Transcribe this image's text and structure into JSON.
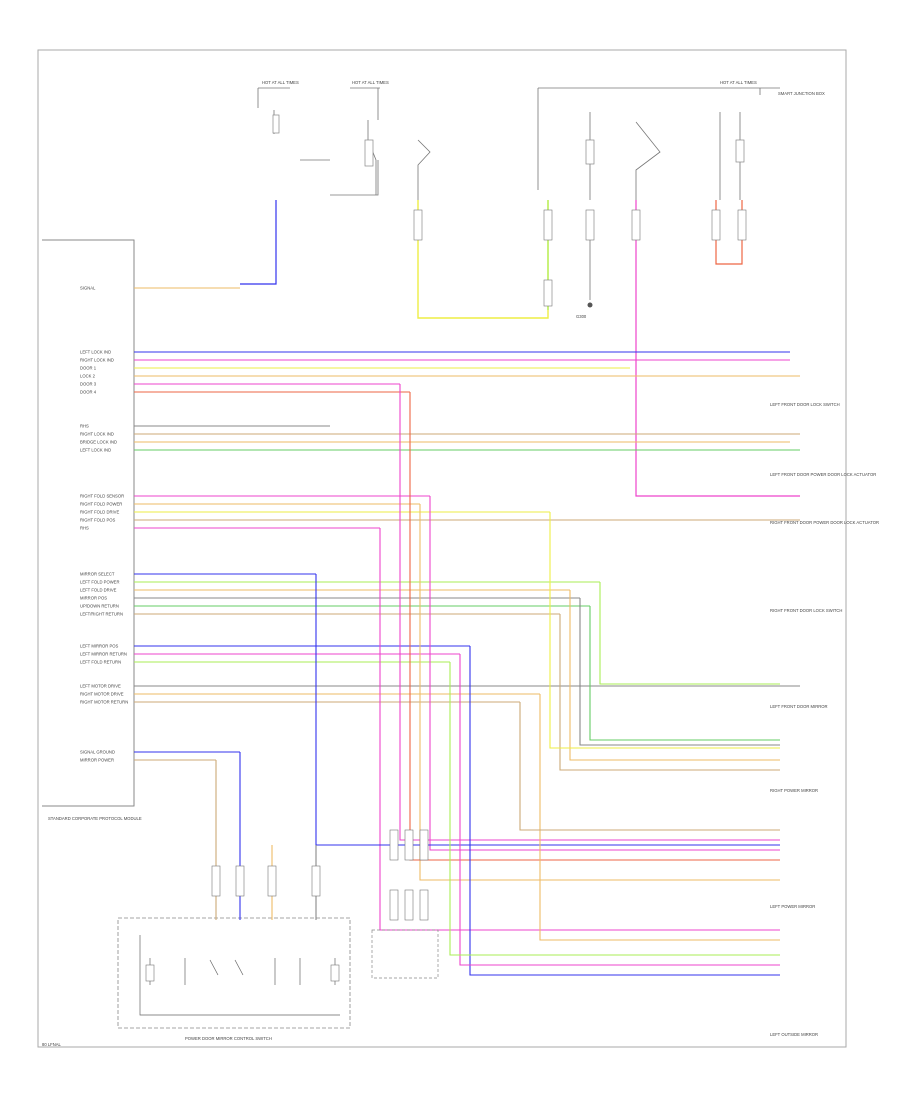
{
  "diagram": {
    "colors": {
      "frame": "#999999",
      "text": "#444444",
      "blue": "#3333ee",
      "pink": "#ee44cc",
      "yellow": "#eeee44",
      "green": "#66cc66",
      "orange": "#eebb66",
      "tan": "#ccaa77",
      "gray": "#888888",
      "red": "#ee6644",
      "lightgreen": "#aaee55",
      "black": "#555555"
    },
    "labels": {
      "module": "STANDARD CORPORATE PROTOCOL MODULE",
      "switch_assembly": "POWER DOOR MIRROR CONTROL SWITCH",
      "hot_at_all_times": "HOT AT ALL TIMES",
      "fuse_panel": "SMART JUNCTION BOX",
      "ground": "G300",
      "footer": "80 LFNAL"
    },
    "left_pins": [
      "SIGNAL",
      "LEFT LOCK IND",
      "RIGHT LOCK IND",
      "DOOR 1",
      "LOCK 2",
      "DOOR 3",
      "DOOR 4",
      "RHS",
      "RIGHT LOCK IND",
      "BRIDGE LOCK IND",
      "LEFT LOCK IND",
      "RIGHT FOLD SENSOR",
      "RIGHT FOLD POWER",
      "RIGHT FOLD DRIVE",
      "RIGHT FOLD POS",
      "RHS",
      "MIRROR SELECT",
      "LEFT FOLD POWER",
      "LEFT FOLD DRIVE",
      "MIRROR POS",
      "UP/DOWN RETURN",
      "LEFT/RIGHT RETURN",
      "LEFT MIRROR POS",
      "LEFT MIRROR RETURN",
      "LEFT FOLD RETURN",
      "LEFT MOTOR DRIVE",
      "RIGHT MOTOR DRIVE",
      "RIGHT MOTOR RETURN",
      "SIGNAL GROUND",
      "MIRROR POWER"
    ],
    "right_components": [
      "LEFT FRONT DOOR LOCK SWITCH",
      "LEFT FRONT DOOR POWER DOOR LOCK ACTUATOR",
      "RIGHT FRONT DOOR POWER DOOR LOCK ACTUATOR",
      "RIGHT FRONT DOOR LOCK SWITCH",
      "LEFT FRONT DOOR MIRROR",
      "RIGHT POWER MIRROR",
      "LEFT POWER MIRROR",
      "LEFT OUTSIDE MIRROR"
    ]
  }
}
